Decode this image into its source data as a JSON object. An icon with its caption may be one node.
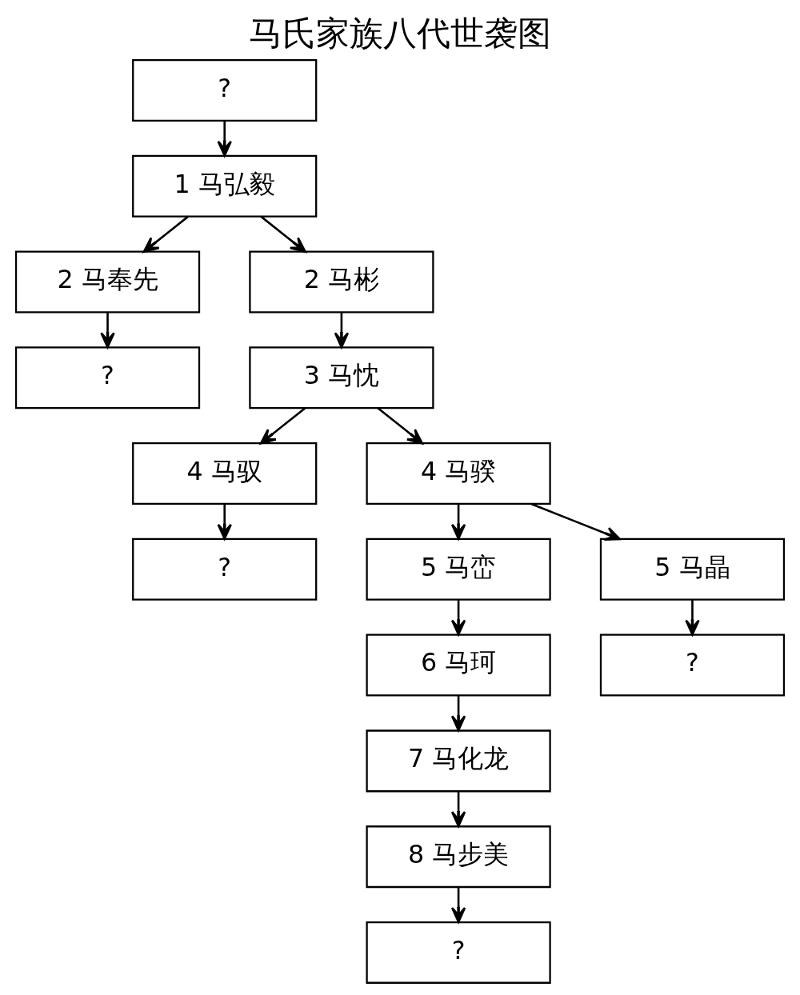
{
  "diagram": {
    "title": "马氏家族八代世袭图",
    "nodes": [
      {
        "text": [
          "?"
        ]
      },
      {
        "text": [
          "1 马弘毅"
        ]
      },
      {
        "text": [
          "2 马奉先"
        ]
      },
      {
        "text": [
          "2 马彬"
        ]
      },
      {
        "text": [
          "?"
        ]
      },
      {
        "text": [
          "3 马忱"
        ]
      },
      {
        "text": [
          "4 马驭"
        ]
      },
      {
        "text": [
          "4 马骙"
        ]
      },
      {
        "text": [
          "?"
        ]
      },
      {
        "text": [
          "5 马峦"
        ]
      },
      {
        "text": [
          "5 马晶"
        ]
      },
      {
        "text": [
          "6 马珂"
        ]
      },
      {
        "text": [
          "?"
        ]
      },
      {
        "text": [
          "7 马化龙"
        ]
      },
      {
        "text": [
          "8 马步美"
        ]
      },
      {
        "text": [
          "?"
        ]
      }
    ],
    "edges": [
      {
        "from": 0,
        "to": 1,
        "arrow": "to"
      },
      {
        "from": 1,
        "to": 2,
        "arrow": "to"
      },
      {
        "from": 1,
        "to": 3,
        "arrow": "to"
      },
      {
        "from": 2,
        "to": 4,
        "arrow": "to"
      },
      {
        "from": 3,
        "to": 5,
        "arrow": "to"
      },
      {
        "from": 5,
        "to": 6,
        "arrow": "to"
      },
      {
        "from": 5,
        "to": 7,
        "arrow": "to"
      },
      {
        "from": 6,
        "to": 8,
        "arrow": "to"
      },
      {
        "from": 7,
        "to": 9,
        "arrow": "to"
      },
      {
        "from": 7,
        "to": 10,
        "arrow": "to"
      },
      {
        "from": 9,
        "to": 11,
        "arrow": "to"
      },
      {
        "from": 10,
        "to": 12,
        "arrow": "to"
      },
      {
        "from": 11,
        "to": 13,
        "arrow": "to"
      },
      {
        "from": 13,
        "to": 14,
        "arrow": "to"
      },
      {
        "from": 14,
        "to": 15,
        "arrow": "to"
      }
    ]
  }
}
